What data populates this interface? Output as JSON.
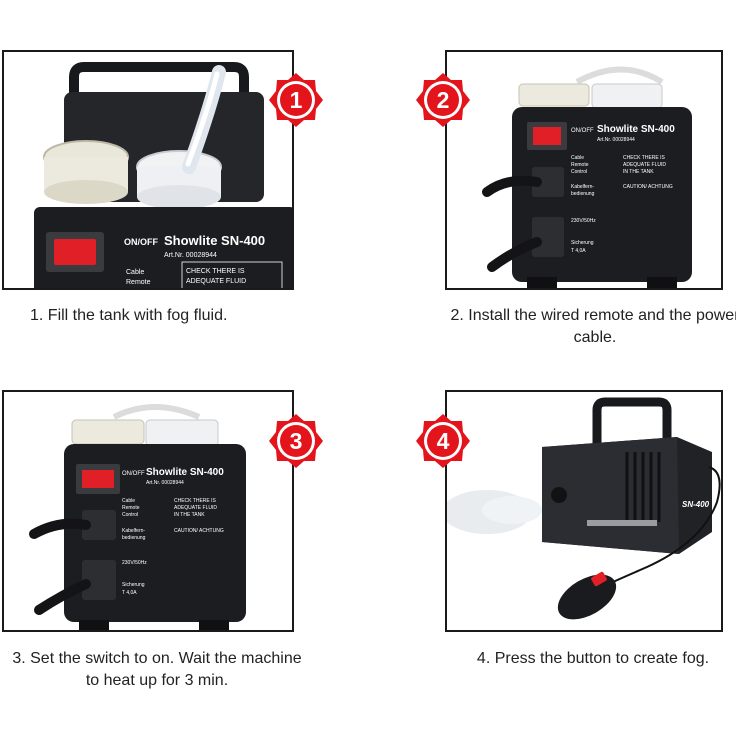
{
  "steps": [
    {
      "number": "1",
      "caption": "1. Fill the tank with fog fluid."
    },
    {
      "number": "2",
      "caption": "2. Install the wired remote and the power cable."
    },
    {
      "number": "3",
      "caption": "3. Set the switch to on. Wait the machine to heat up for 3 min."
    },
    {
      "number": "4",
      "caption": "4. Press the button to create fog."
    }
  ],
  "machine": {
    "brand": "Showlite SN-400",
    "art_no": "Art.Nr. 00028944",
    "onoff": "ON/OFF",
    "cable": "Cable",
    "remote": "Remote",
    "control": "Control",
    "check_fluid": "CHECK THERE IS",
    "adequate": "ADEQUATE FLUID",
    "in_tank": "IN THE TANK",
    "caution": "CAUTION/ ACHTUNG",
    "kabel": "Kabelfern-",
    "bedienung": "bedienung",
    "voltage": "230V/50Hz",
    "sicherung": "Sicherung",
    "fuse": "T 4,0A",
    "model_side": "SN-400"
  },
  "colors": {
    "badge_red": "#e3141b",
    "badge_white": "#ffffff",
    "machine_black": "#1c1d20",
    "switch_red": "#e01f26"
  }
}
